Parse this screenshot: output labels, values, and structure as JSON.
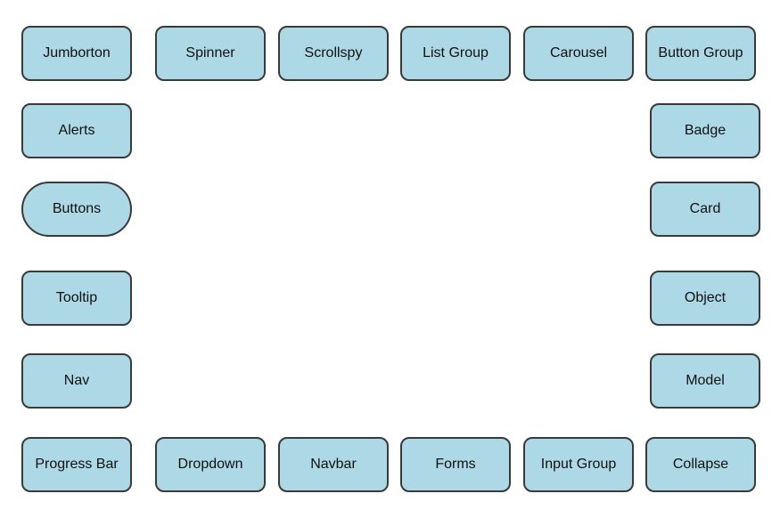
{
  "buttons": {
    "jumborton": "Jumborton",
    "spinner": "Spinner",
    "scrollspy": "Scrollspy",
    "list_group": "List Group",
    "carousel": "Carousel",
    "button_group": "Button Group",
    "alerts": "Alerts",
    "badge": "Badge",
    "buttons": "Buttons",
    "card": "Card",
    "tooltip": "Tooltip",
    "object": "Object",
    "nav": "Nav",
    "model": "Model",
    "progress_bar": "Progress Bar",
    "dropdown": "Dropdown",
    "navbar": "Navbar",
    "forms": "Forms",
    "input_group": "Input Group",
    "collapse": "Collapse"
  },
  "colors": {
    "button_fill": "#add8e6",
    "button_border": "#3a3a3a",
    "background": "#ffffff"
  }
}
